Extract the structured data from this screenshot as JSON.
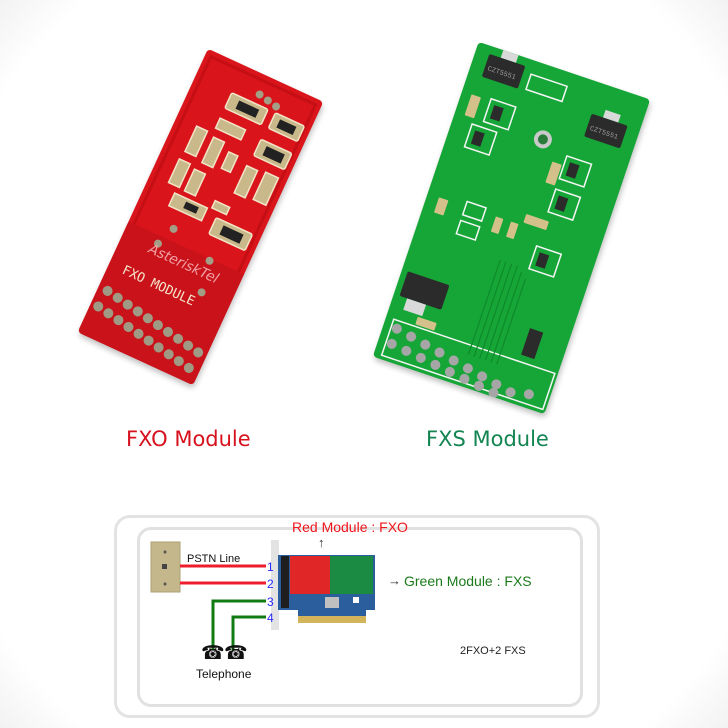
{
  "modules": {
    "fxo": {
      "caption": "FXO Module",
      "brand_silk": "AsteriskTel",
      "module_silk": "FXO MODULE",
      "color": "#d9141b",
      "caption_color": "#d7121e"
    },
    "fxs": {
      "caption": "FXS Module",
      "color": "#16a637",
      "caption_color": "#138552",
      "regulator_marking": "CZT5551"
    }
  },
  "diagram": {
    "red_module_label": "Red Module : FXO",
    "green_module_label": "Green Module : FXS",
    "up_arrow": "↑",
    "right_arrow": "→",
    "pstn_label": "PSTN Line",
    "ports": [
      "1",
      "2",
      "3",
      "4"
    ],
    "telephone_label": "Telephone",
    "phone_icon": "☎",
    "model_label": "2FXO+2 FXS",
    "colors": {
      "red_line": "#ee1c2c",
      "green_line": "#117a11",
      "port_numbers": "#2b2bff"
    }
  }
}
